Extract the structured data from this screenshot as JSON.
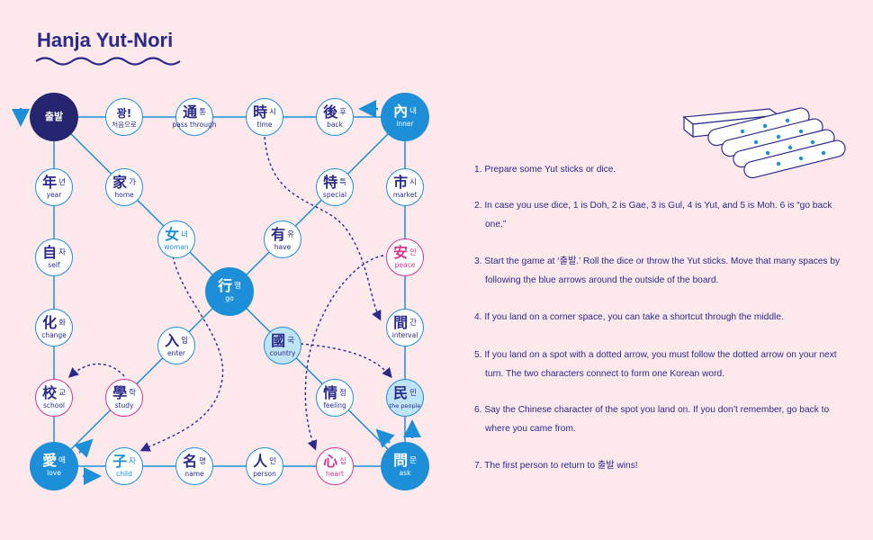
{
  "header": {
    "title": "Hanja Yut-Nori"
  },
  "board": {
    "start_label": "출발",
    "nodes": {
      "start": {
        "hanja": "",
        "kor": "",
        "eng": ""
      },
      "top1": {
        "hanja": "꽝!",
        "kor": "",
        "eng": "처음으로"
      },
      "top2": {
        "hanja": "通",
        "kor": "통",
        "eng": "pass through"
      },
      "top3": {
        "hanja": "時",
        "kor": "시",
        "eng": "time"
      },
      "top4": {
        "hanja": "後",
        "kor": "후",
        "eng": "back"
      },
      "tr": {
        "hanja": "內",
        "kor": "내",
        "eng": "inner"
      },
      "l1": {
        "hanja": "年",
        "kor": "년",
        "eng": "year"
      },
      "l2": {
        "hanja": "自",
        "kor": "자",
        "eng": "self"
      },
      "l3": {
        "hanja": "化",
        "kor": "화",
        "eng": "change"
      },
      "l4": {
        "hanja": "校",
        "kor": "교",
        "eng": "school"
      },
      "bl": {
        "hanja": "愛",
        "kor": "애",
        "eng": "love"
      },
      "b1": {
        "hanja": "子",
        "kor": "자",
        "eng": "child"
      },
      "b2": {
        "hanja": "名",
        "kor": "명",
        "eng": "name"
      },
      "b3": {
        "hanja": "人",
        "kor": "인",
        "eng": "person"
      },
      "b4": {
        "hanja": "心",
        "kor": "심",
        "eng": "heart"
      },
      "br": {
        "hanja": "問",
        "kor": "문",
        "eng": "ask"
      },
      "r1": {
        "hanja": "市",
        "kor": "시",
        "eng": "market"
      },
      "r2": {
        "hanja": "安",
        "kor": "안",
        "eng": "peace"
      },
      "r3": {
        "hanja": "間",
        "kor": "간",
        "eng": "interval"
      },
      "r4": {
        "hanja": "民",
        "kor": "민",
        "eng": "the people"
      },
      "center": {
        "hanja": "行",
        "kor": "행",
        "eng": "go"
      },
      "d_tl1": {
        "hanja": "家",
        "kor": "가",
        "eng": "home"
      },
      "d_tl2": {
        "hanja": "女",
        "kor": "녀",
        "eng": "woman"
      },
      "d_tr1": {
        "hanja": "特",
        "kor": "특",
        "eng": "special"
      },
      "d_tr2": {
        "hanja": "有",
        "kor": "유",
        "eng": "have"
      },
      "d_bl1": {
        "hanja": "學",
        "kor": "학",
        "eng": "study"
      },
      "d_bl2": {
        "hanja": "入",
        "kor": "입",
        "eng": "enter"
      },
      "d_br1": {
        "hanja": "國",
        "kor": "국",
        "eng": "country"
      },
      "d_br2": {
        "hanja": "情",
        "kor": "정",
        "eng": "feeling"
      }
    }
  },
  "rules": [
    "1. Prepare some Yut sticks or dice.",
    "2. In case you use dice, 1 is Doh, 2 is Gae, 3 is Gul, 4 is Yut, and 5 is Moh. 6 is “go back one.”",
    "3. Start the game at ‘출발.’ Roll the dice or throw the Yut sticks. Move that many spaces by following the blue arrows around the outside of the board.",
    "4. If you land on a corner space, you can take a shortcut through the middle.",
    "5. If you land on a spot with a dotted arrow, you must follow the dotted arrow on your next turn. The two characters connect to form one Korean word.",
    "6. Say the Chinese character of the spot you land on. If you don’t remember, go back to where you came from.",
    "7. The first person to return to 출발 wins!"
  ],
  "colors": {
    "navy": "#25246f",
    "blue": "#1d8fd8",
    "magenta": "#d6358c",
    "light": "#bfe3f7",
    "bg": "#fde8ec"
  },
  "icons": {
    "sticks": "yut-sticks-icon"
  }
}
